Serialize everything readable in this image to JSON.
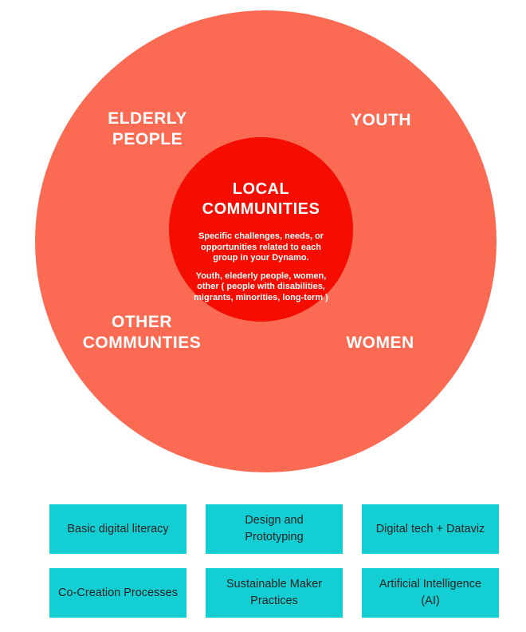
{
  "diagram": {
    "outer_circle": {
      "color": "#fb6a52",
      "labels": {
        "elderly": "ELDERLY\nPEOPLE",
        "youth": "YOUTH",
        "other": "OTHER\nCOMMUNTIES",
        "women": "WOMEN"
      }
    },
    "inner_circle": {
      "color": "#f50d00",
      "title": "LOCAL\nCOMMUNITIES",
      "description": "Specific challenges, needs, or\nopportunities related to each\ngroup in your Dynamo.",
      "groups_note": "Youth, elederly people, women,\nother ( people with disabilities,\nmigrants, minorities, long-term )"
    }
  },
  "topic_boxes": {
    "fill_color": "#13ced2",
    "text_color": "#212324",
    "items": [
      {
        "label": "Basic digital literacy"
      },
      {
        "label": "Design and\nPrototyping"
      },
      {
        "label": "Digital tech + Dataviz"
      },
      {
        "label": "Co-Creation Processes"
      },
      {
        "label": "Sustainable Maker\nPractices"
      },
      {
        "label": "Artificial Intelligence\n(AI)"
      }
    ]
  }
}
